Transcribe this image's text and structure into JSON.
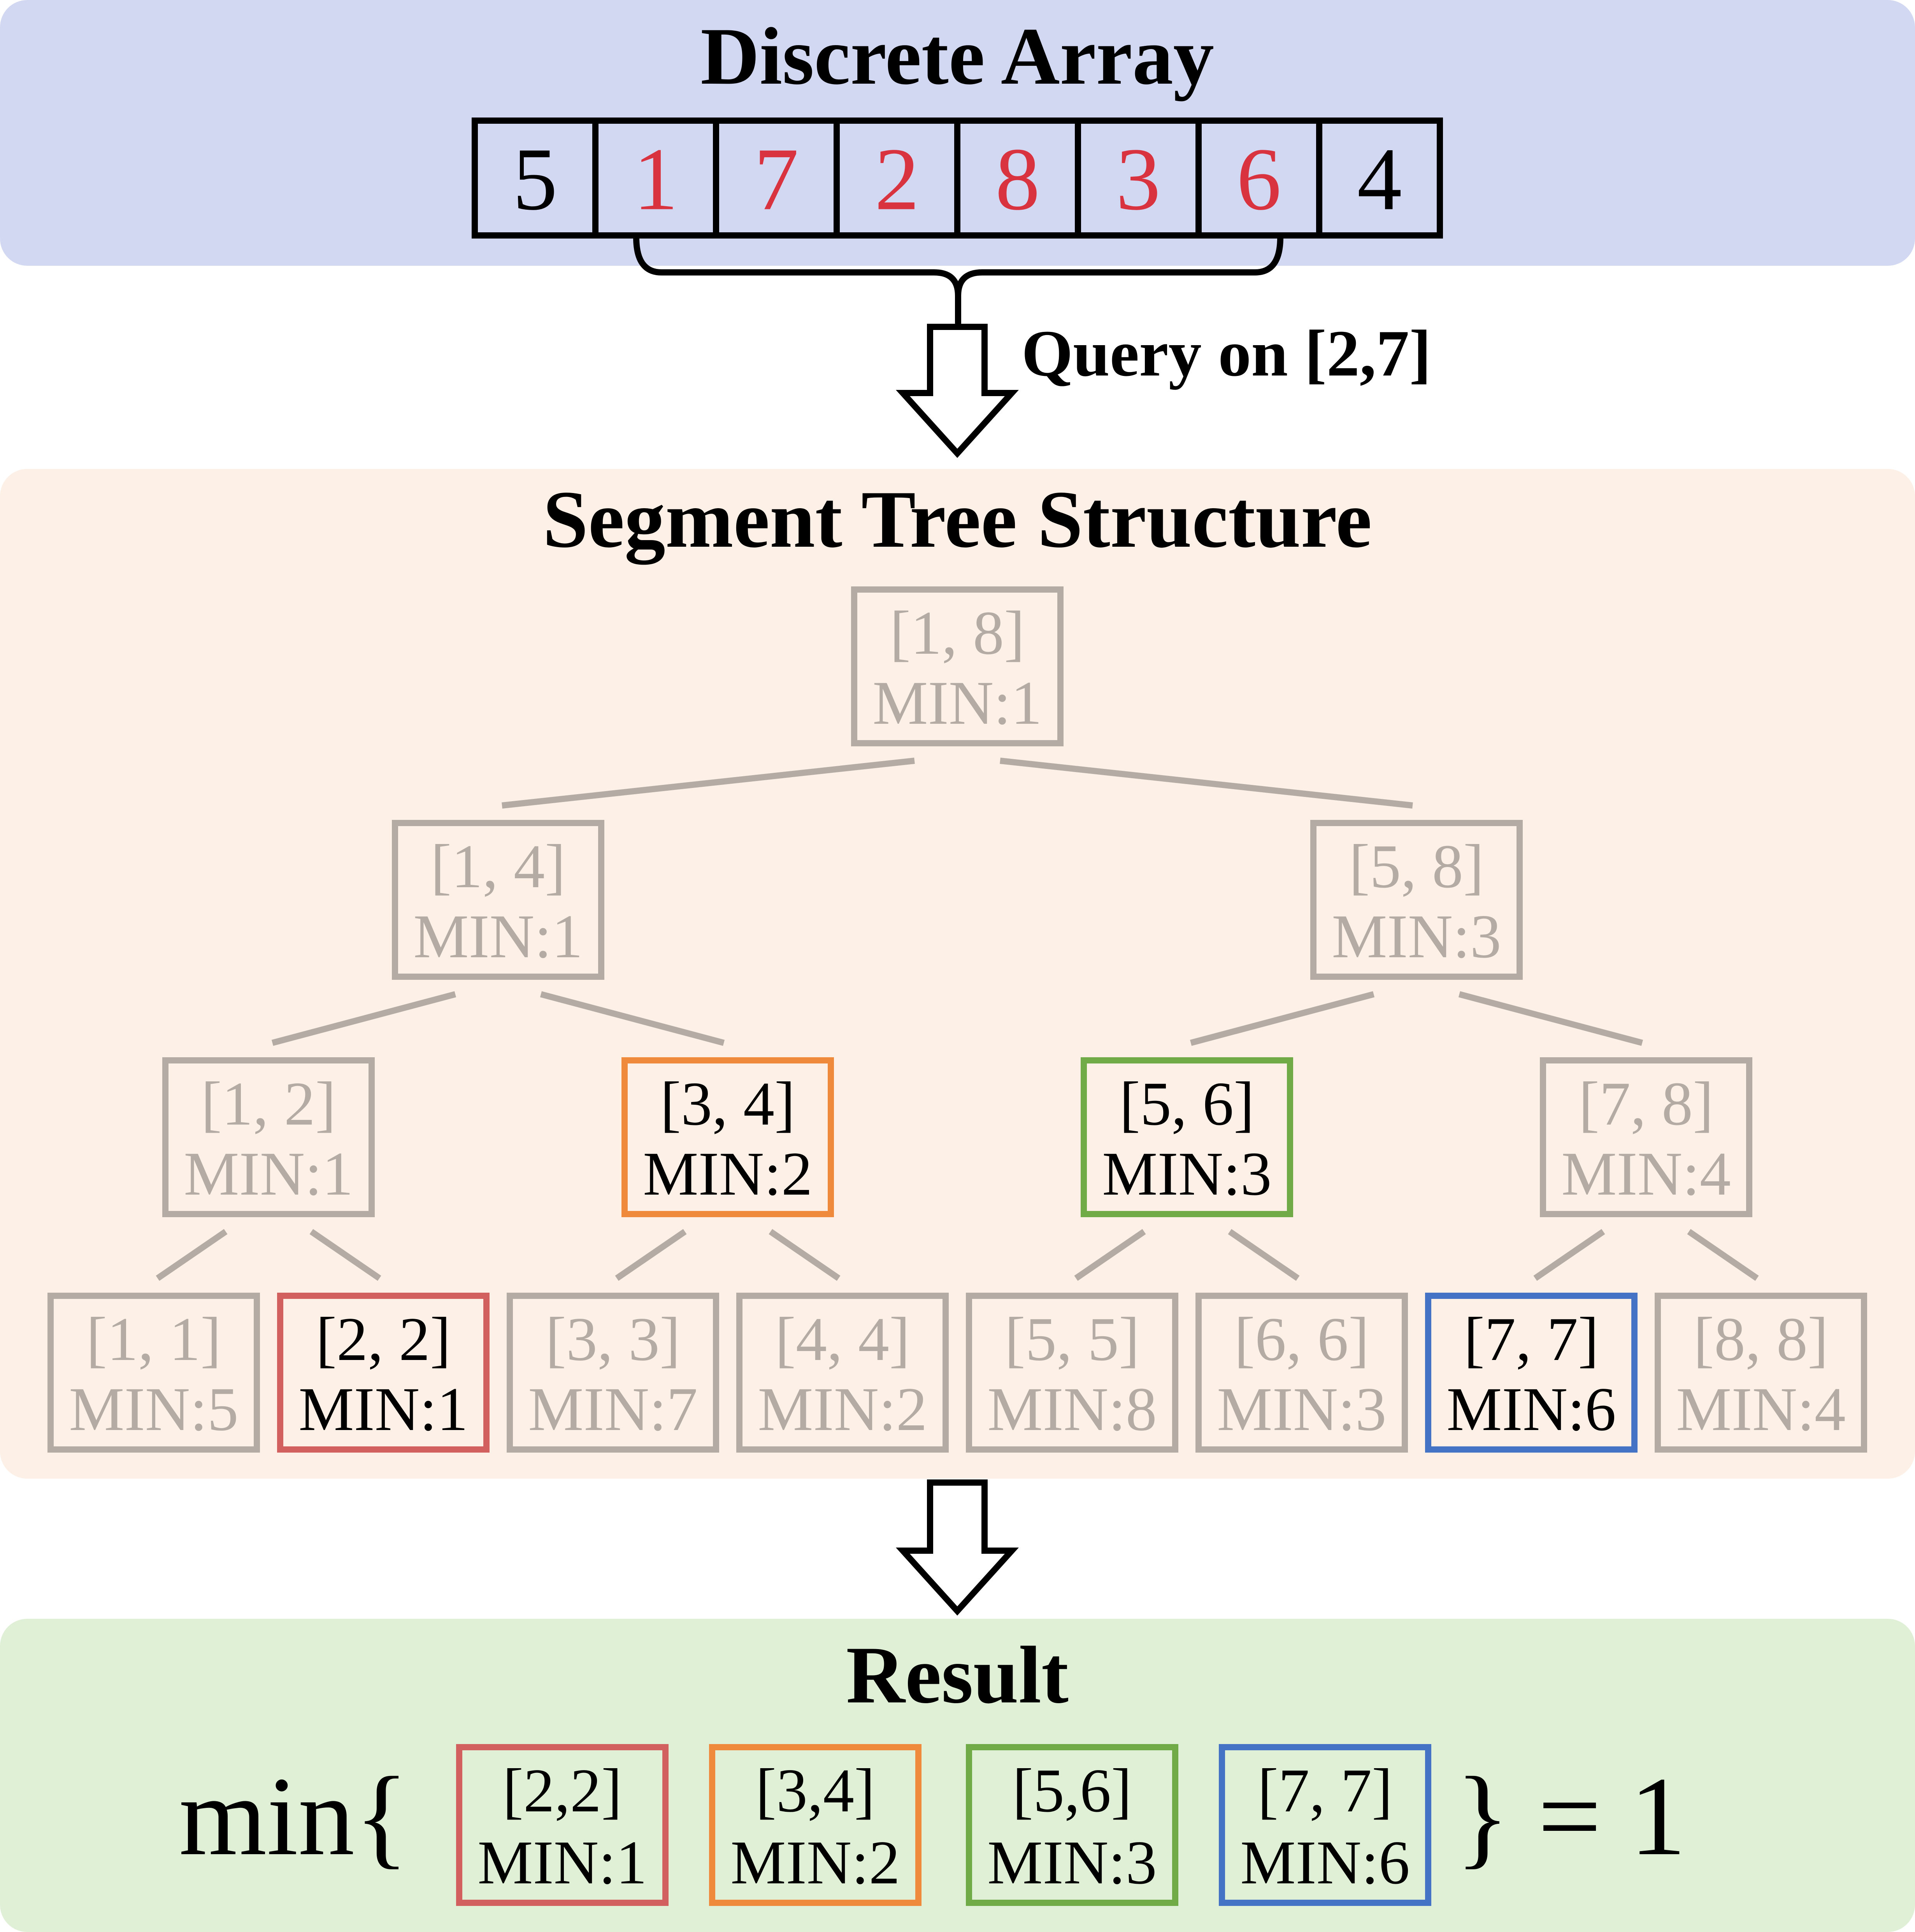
{
  "array_panel": {
    "title": "Discrete Array",
    "cells": [
      "5",
      "1",
      "7",
      "2",
      "8",
      "3",
      "6",
      "4"
    ],
    "highlighted": [
      false,
      true,
      true,
      true,
      true,
      true,
      true,
      false
    ],
    "highlight_color": "#d9333f",
    "normal_color": "#000000",
    "background": "#d3d8f2"
  },
  "query_label": "Query on [2,7]",
  "tree_panel": {
    "title": "Segment Tree Structure",
    "background": "#fdf0e7",
    "dim_color": "#b3aba4",
    "levels": [
      [
        {
          "range": "[1, 8]",
          "min": "MIN:1",
          "state": "dim"
        }
      ],
      [
        {
          "range": "[1, 4]",
          "min": "MIN:1",
          "state": "dim"
        },
        {
          "range": "[5, 8]",
          "min": "MIN:3",
          "state": "dim"
        }
      ],
      [
        {
          "range": "[1, 2]",
          "min": "MIN:1",
          "state": "dim"
        },
        {
          "range": "[3, 4]",
          "min": "MIN:2",
          "state": "orange"
        },
        {
          "range": "[5, 6]",
          "min": "MIN:3",
          "state": "green"
        },
        {
          "range": "[7, 8]",
          "min": "MIN:4",
          "state": "dim"
        }
      ],
      [
        {
          "range": "[1, 1]",
          "min": "MIN:5",
          "state": "dim"
        },
        {
          "range": "[2, 2]",
          "min": "MIN:1",
          "state": "red"
        },
        {
          "range": "[3, 3]",
          "min": "MIN:7",
          "state": "dim"
        },
        {
          "range": "[4, 4]",
          "min": "MIN:2",
          "state": "dim"
        },
        {
          "range": "[5, 5]",
          "min": "MIN:8",
          "state": "dim"
        },
        {
          "range": "[6, 6]",
          "min": "MIN:3",
          "state": "dim"
        },
        {
          "range": "[7, 7]",
          "min": "MIN:6",
          "state": "blue"
        },
        {
          "range": "[8, 8]",
          "min": "MIN:4",
          "state": "dim"
        }
      ]
    ]
  },
  "result_panel": {
    "title": "Result",
    "background": "#dff0d6",
    "prefix": "min{",
    "suffix": "} = 1",
    "items": [
      {
        "range": "[2,2]",
        "min": "MIN:1",
        "state": "red"
      },
      {
        "range": "[3,4]",
        "min": "MIN:2",
        "state": "orange"
      },
      {
        "range": "[5,6]",
        "min": "MIN:3",
        "state": "green"
      },
      {
        "range": "[7, 7]",
        "min": "MIN:6",
        "state": "blue"
      }
    ]
  },
  "state_colors": {
    "dim": "#b3aba4",
    "red": "#d2605e",
    "orange": "#ef8a3c",
    "green": "#71ab47",
    "blue": "#4472c4"
  }
}
